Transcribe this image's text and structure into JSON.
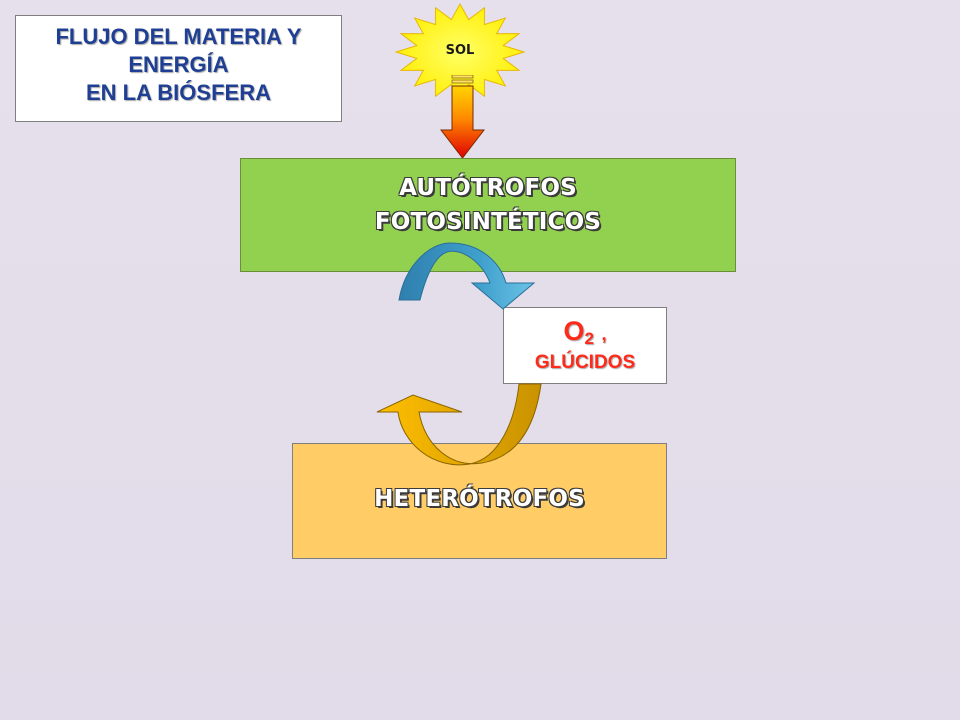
{
  "title": {
    "lines": [
      "FLUJO DEL MATERIA Y",
      "ENERGÍA",
      "EN LA BIÓSFERA"
    ]
  },
  "sun": {
    "label": "SOL",
    "color": "#ffff33",
    "stroke": "#f2c200"
  },
  "autotrofos": {
    "lines": [
      "AUTÓTROFOS",
      "FOTOSINTÉTICOS"
    ],
    "color": "#92d050"
  },
  "products": {
    "o2_main": "O",
    "o2_sub": "2",
    "o2_sep": ",",
    "glucidos": "GLÚCIDOS",
    "color": "#ff2a1a"
  },
  "heterotrofos": {
    "label": "HETERÓTROFOS",
    "color": "#ffcc66"
  },
  "arrows": {
    "autotrophic_arrow": "#3f9bc6",
    "heterotrophic_arrow": "#ffb800"
  }
}
